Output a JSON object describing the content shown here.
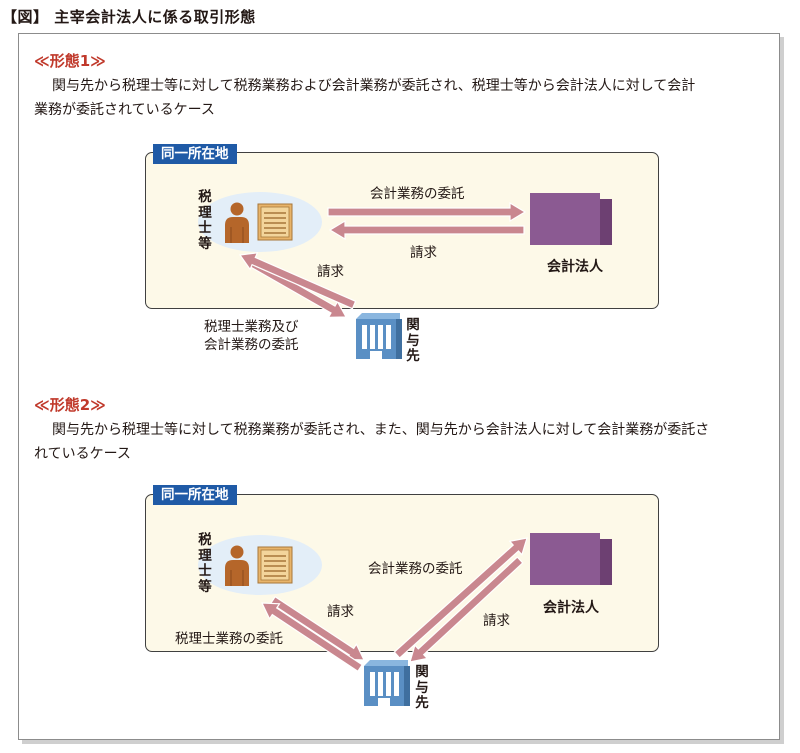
{
  "title": "【図】 主宰会計法人に係る取引形態",
  "colors": {
    "arrow": "#c9878f",
    "zone_tag": "#1f5aa6",
    "zone_bg": "#fdf9e8",
    "building_accounting": "#8b5a92",
    "building_client": "#5a8fc4",
    "person": "#b5662a",
    "heading": "#c0392b"
  },
  "section1": {
    "heading": "≪形態1≫",
    "description_line1": "関与先から税理士等に対して税務業務および会計業務が委託され、税理士等から会計法人に対して会計",
    "description_line2": "業務が委託されているケース",
    "zone_label": "同一所在地",
    "tax_accountant": [
      "税",
      "理",
      "士",
      "等"
    ],
    "accounting_firm": "会計法人",
    "client": [
      "関",
      "与",
      "先"
    ],
    "arrow_accounting_outsource": "会計業務の委託",
    "arrow_billing_firm": "請求",
    "arrow_billing_client": "請求",
    "arrow_client_outsource_line1": "税理士業務及び",
    "arrow_client_outsource_line2": "会計業務の委託"
  },
  "section2": {
    "heading": "≪形態2≫",
    "description_line1": "関与先から税理士等に対して税務業務が委託され、また、関与先から会計法人に対して会計業務が委託さ",
    "description_line2": "れているケース",
    "zone_label": "同一所在地",
    "tax_accountant": [
      "税",
      "理",
      "士",
      "等"
    ],
    "accounting_firm": "会計法人",
    "client": [
      "関",
      "与",
      "先"
    ],
    "arrow_accounting_outsource": "会計業務の委託",
    "arrow_billing_tax": "請求",
    "arrow_billing_firm": "請求",
    "arrow_tax_outsource": "税理士業務の委託"
  }
}
